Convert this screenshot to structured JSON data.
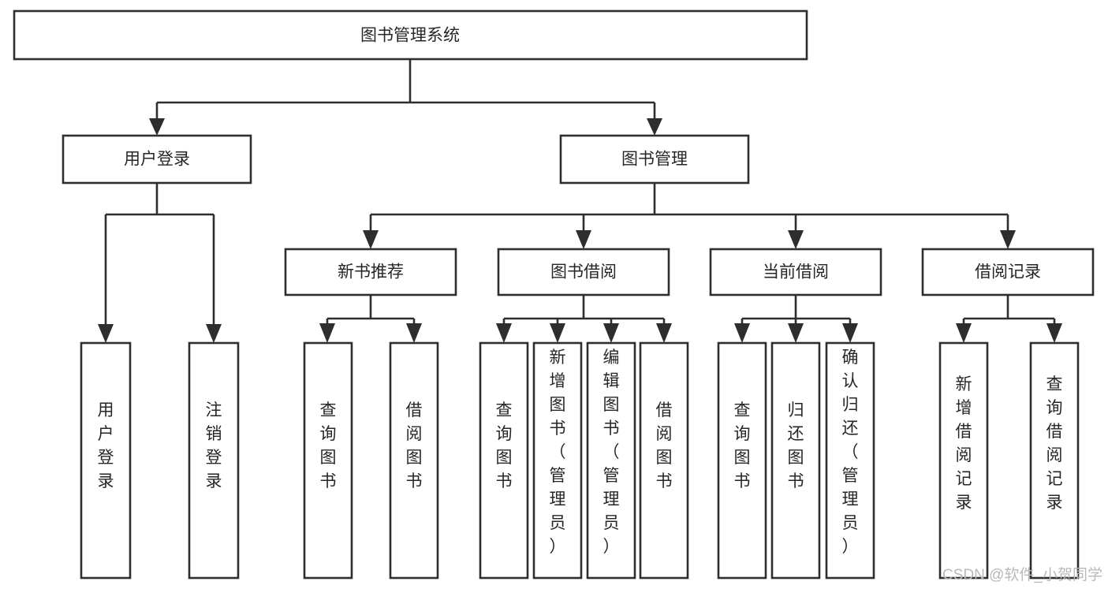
{
  "diagram": {
    "title": "图书管理系统",
    "type": "tree-hierarchy-chart",
    "root": {
      "id": "root",
      "label": "图书管理系统",
      "orientation": "horizontal"
    },
    "level2": [
      {
        "id": "user-login",
        "label": "用户登录",
        "orientation": "horizontal"
      },
      {
        "id": "book-manage",
        "label": "图书管理",
        "orientation": "horizontal"
      }
    ],
    "level3": [
      {
        "id": "new-book-recommend",
        "label": "新书推荐",
        "orientation": "horizontal"
      },
      {
        "id": "book-borrow",
        "label": "图书借阅",
        "orientation": "horizontal"
      },
      {
        "id": "current-borrow",
        "label": "当前借阅",
        "orientation": "horizontal"
      },
      {
        "id": "borrow-record",
        "label": "借阅记录",
        "orientation": "horizontal"
      }
    ],
    "leaves": {
      "user_login": [
        {
          "id": "leaf-user-login",
          "label": "用户登录",
          "orientation": "vertical"
        },
        {
          "id": "leaf-logout-login",
          "label": "注销登录",
          "orientation": "vertical"
        }
      ],
      "new_book_recommend": [
        {
          "id": "leaf-query-book-1",
          "label": "查询图书",
          "orientation": "vertical"
        },
        {
          "id": "leaf-borrow-book-1",
          "label": "借阅图书",
          "orientation": "vertical"
        }
      ],
      "book_borrow": [
        {
          "id": "leaf-query-book-2",
          "label": "查询图书",
          "orientation": "vertical"
        },
        {
          "id": "leaf-add-book",
          "label": "新增图书（管理员）",
          "orientation": "vertical"
        },
        {
          "id": "leaf-edit-book",
          "label": "编辑图书（管理员）",
          "orientation": "vertical"
        },
        {
          "id": "leaf-borrow-book-2",
          "label": "借阅图书",
          "orientation": "vertical"
        }
      ],
      "current_borrow": [
        {
          "id": "leaf-query-book-3",
          "label": "查询图书",
          "orientation": "vertical"
        },
        {
          "id": "leaf-return-book",
          "label": "归还图书",
          "orientation": "vertical"
        },
        {
          "id": "leaf-confirm-return",
          "label": "确认归还（管理员）",
          "orientation": "vertical"
        }
      ],
      "borrow_record": [
        {
          "id": "leaf-add-borrow-record",
          "label": "新增借阅记录",
          "orientation": "vertical"
        },
        {
          "id": "leaf-query-borrow-record",
          "label": "查询借阅记录",
          "orientation": "vertical"
        }
      ]
    },
    "colors": {
      "stroke": "#2e2e2e",
      "fill": "#ffffff",
      "text": "#262626",
      "watermark": "#b9b9b9",
      "background": "#ffffff"
    }
  },
  "watermark": {
    "label": "CSDN @软件_小贺同学"
  }
}
